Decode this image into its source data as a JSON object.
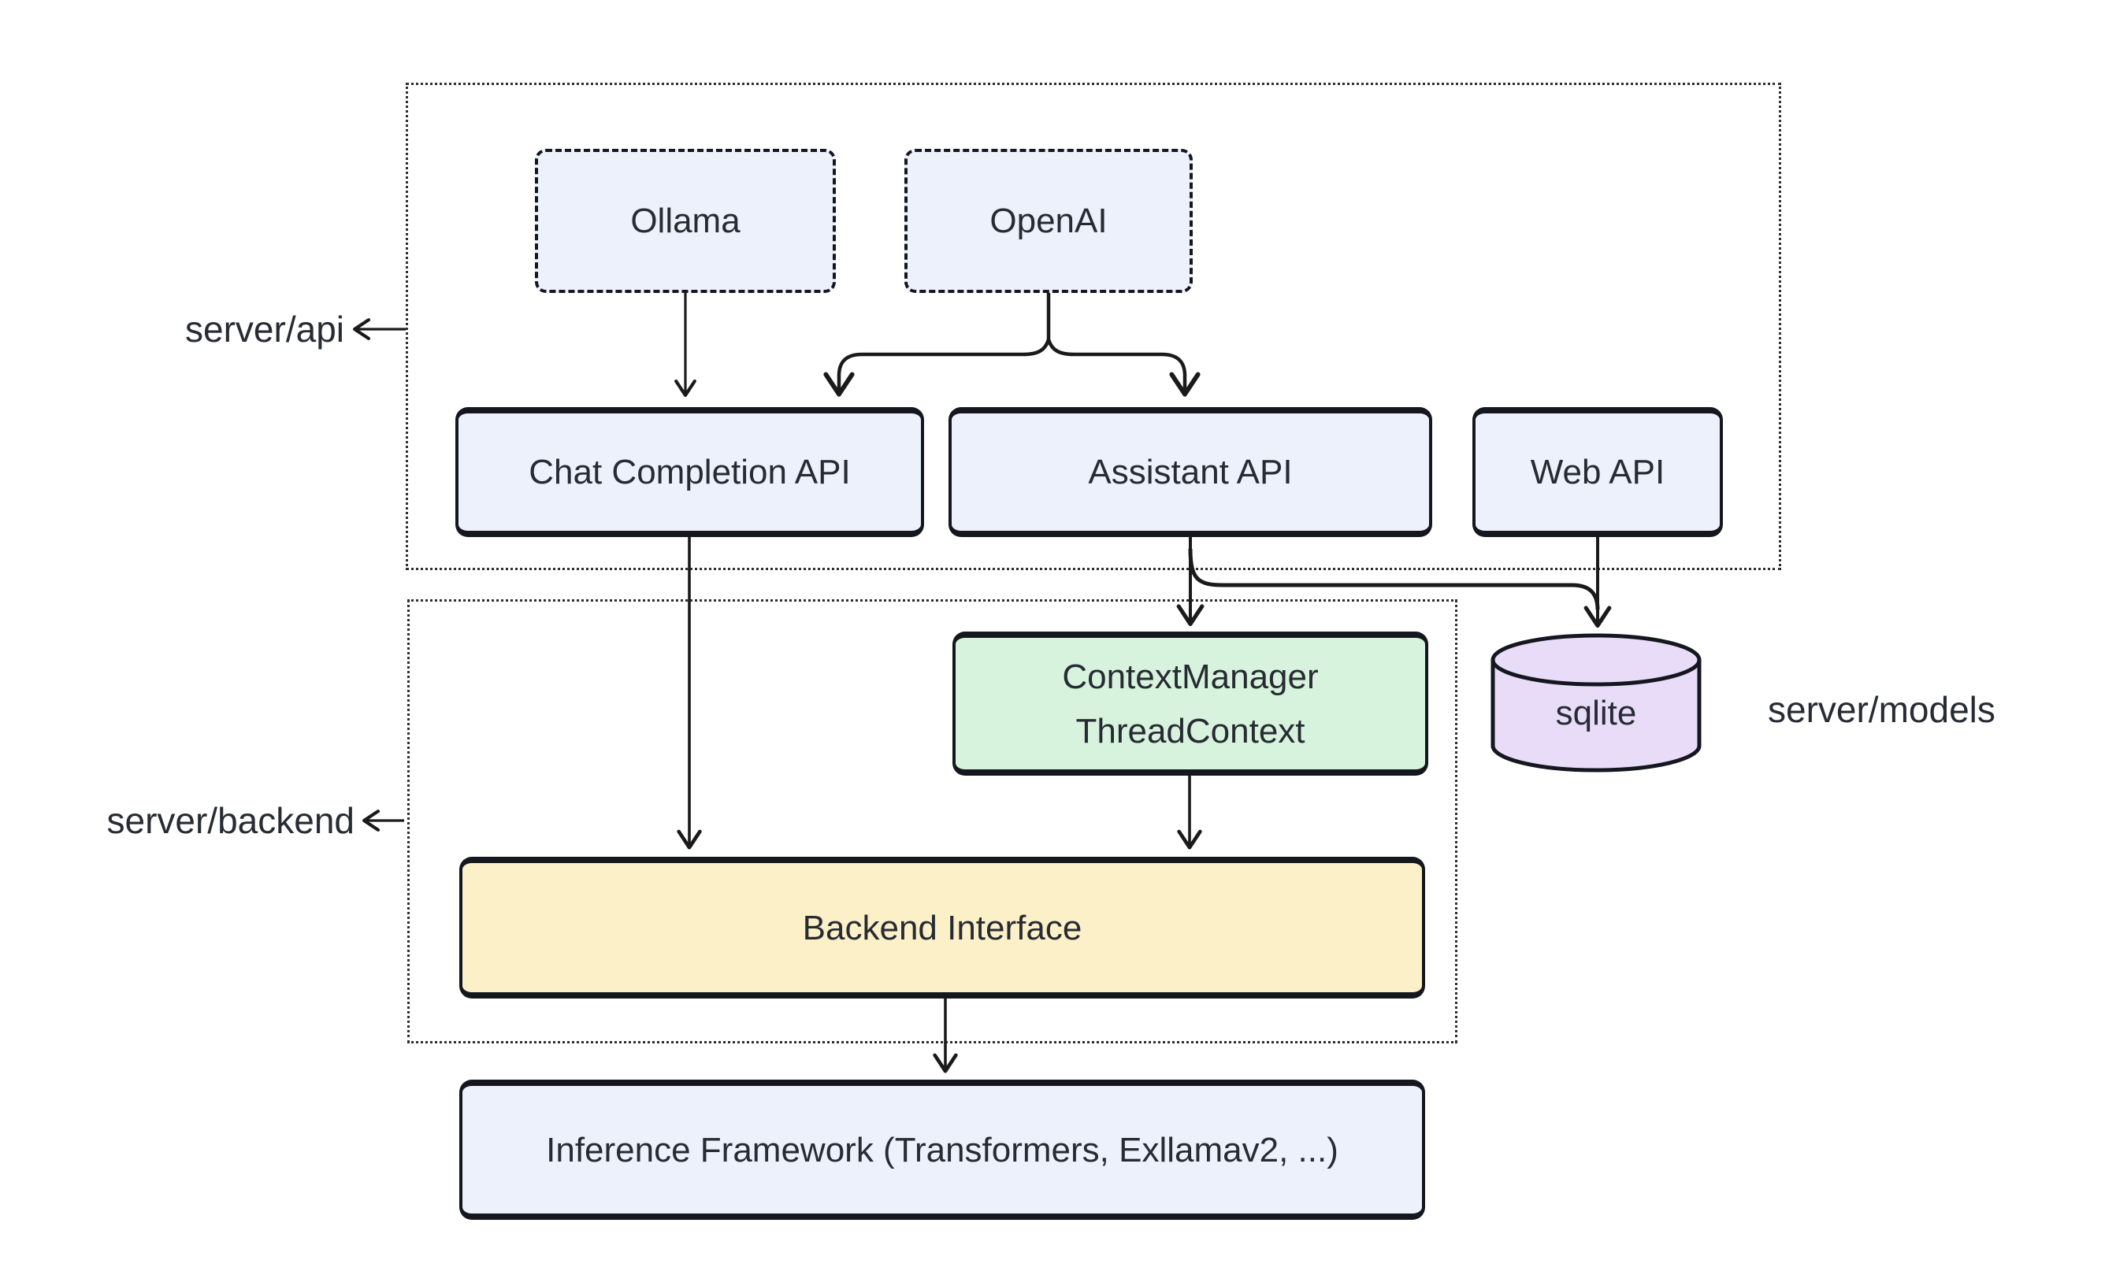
{
  "groups": {
    "server_api": {
      "label": "server/api"
    },
    "server_backend": {
      "label": "server/backend"
    },
    "server_models": {
      "label": "server/models"
    }
  },
  "nodes": {
    "ollama": {
      "label": "Ollama",
      "fill": "#edf1fb",
      "border": "dashed"
    },
    "openai": {
      "label": "OpenAI",
      "fill": "#edf1fb",
      "border": "dashed"
    },
    "chat_completion_api": {
      "label": "Chat Completion API",
      "fill": "#edf1fb",
      "border": "solid"
    },
    "assistant_api": {
      "label": "Assistant API",
      "fill": "#edf1fb",
      "border": "solid"
    },
    "web_api": {
      "label": "Web API",
      "fill": "#edf1fb",
      "border": "solid"
    },
    "context_manager": {
      "lines": [
        "ContextManager",
        "ThreadContext"
      ],
      "fill": "#d8f3dd",
      "border": "solid"
    },
    "sqlite": {
      "label": "sqlite",
      "fill": "#e8dcf8",
      "shape": "cylinder"
    },
    "backend_interface": {
      "label": "Backend Interface",
      "fill": "#fcf0c9",
      "border": "solid"
    },
    "inference_framework": {
      "label": "Inference Framework (Transformers, Exllamav2, ...)",
      "fill": "#edf1fb",
      "border": "solid"
    }
  },
  "edges": [
    {
      "from": "ollama",
      "to": "chat_completion_api"
    },
    {
      "from": "openai",
      "to": "chat_completion_api"
    },
    {
      "from": "openai",
      "to": "assistant_api"
    },
    {
      "from": "chat_completion_api",
      "to": "backend_interface"
    },
    {
      "from": "assistant_api",
      "to": "context_manager"
    },
    {
      "from": "assistant_api",
      "to": "sqlite"
    },
    {
      "from": "web_api",
      "to": "sqlite"
    },
    {
      "from": "context_manager",
      "to": "backend_interface"
    },
    {
      "from": "backend_interface",
      "to": "inference_framework"
    },
    {
      "from": "server_api_frame",
      "to": "server_api_label",
      "style": "pointer"
    },
    {
      "from": "server_backend_frame",
      "to": "server_backend_label",
      "style": "pointer"
    }
  ],
  "colors": {
    "background": "#ffffff",
    "ink": "#15171f",
    "line": "#1a1a1a",
    "text": "#272b33",
    "node_blue": "#edf1fb",
    "node_green": "#d8f3dd",
    "node_yellow": "#fcf0c9",
    "node_purple": "#e8dcf8"
  }
}
